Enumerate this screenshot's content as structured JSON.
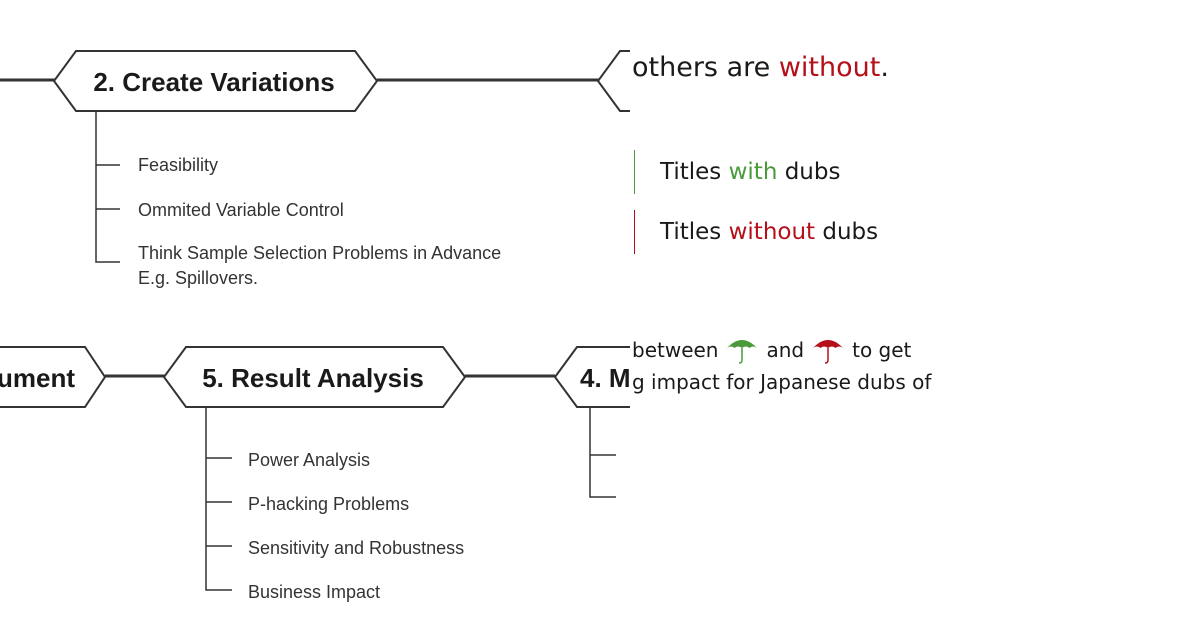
{
  "diagram": {
    "nodes": [
      {
        "label": "2. Create Variations"
      },
      {
        "label": "..."
      },
      {
        "label": "ument"
      },
      {
        "label": "5. Result Analysis"
      },
      {
        "label": "4. M"
      }
    ],
    "create_variations_items": [
      "Feasibility",
      "Ommited Variable Control",
      "Think Sample Selection Problems in Advance",
      "E.g. Spillovers."
    ],
    "result_analysis_items": [
      "Power Analysis",
      "P-hacking Problems",
      "Sensitivity and Robustness",
      "Business Impact"
    ]
  },
  "slide": {
    "top_line": {
      "part1": "others are ",
      "highlight": "without",
      "part2": "."
    },
    "legend": [
      {
        "prefix": "Titles ",
        "highlight": "with",
        "suffix": " dubs",
        "color": "#4a9a3c"
      },
      {
        "prefix": "Titles ",
        "highlight": "without",
        "suffix": " dubs",
        "color": "#b5101a"
      }
    ],
    "paragraph": {
      "line1_start": "between",
      "line1_mid": "and",
      "line1_end": "to get",
      "line2": "g impact for Japanese dubs of"
    },
    "icons": [
      "green-umbrella-icon",
      "red-umbrella-icon"
    ],
    "colors": {
      "green": "#4a9a3c",
      "red": "#b5101a",
      "text": "#1a1a1a"
    }
  }
}
